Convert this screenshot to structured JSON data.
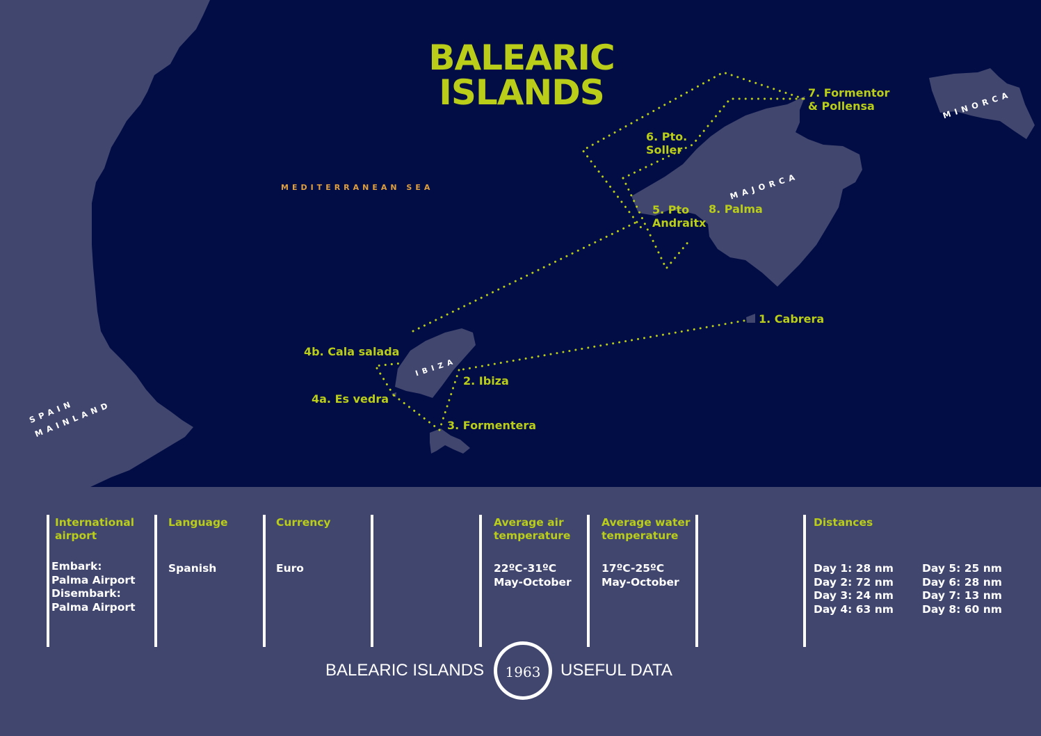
{
  "title": {
    "line1": "BALEARIC",
    "line2": "ISLANDS"
  },
  "colors": {
    "sea": "#020d45",
    "land": "#41466f",
    "accent": "#b9cd19",
    "sea_label": "#e0a040",
    "text": "#ffffff"
  },
  "map_labels": {
    "sea": "MEDITERRANEAN SEA",
    "spain_line1": "SPAIN",
    "spain_line2": "MAINLAND",
    "majorca": "MAJORCA",
    "minorca": "MINORCA",
    "ibiza": "IBIZA"
  },
  "stops": [
    {
      "label": "1. Cabrera"
    },
    {
      "label": "2. Ibiza"
    },
    {
      "label": "3. Formentera"
    },
    {
      "label": "4a. Es vedra"
    },
    {
      "label": "4b. Cala salada"
    },
    {
      "label_line1": "5. Pto",
      "label_line2": "Andraitx"
    },
    {
      "label_line1": "6. Pto.",
      "label_line2": "Soller"
    },
    {
      "label_line1": "7. Formentor",
      "label_line2": "& Pollensa"
    },
    {
      "label": "8. Palma"
    }
  ],
  "info": {
    "airport": {
      "heading": "International\nairport",
      "value": "Embark:\nPalma Airport\nDisembark:\nPalma Airport"
    },
    "language": {
      "heading": "Language",
      "value": "Spanish"
    },
    "currency": {
      "heading": "Currency",
      "value": "Euro"
    },
    "air_temp": {
      "heading": "Average air\ntemperature",
      "value": "22ºC-31ºC\nMay-October"
    },
    "water_temp": {
      "heading": "Average water\ntemperature",
      "value": "17ºC-25ºC\nMay-October"
    },
    "distances": {
      "heading": "Distances",
      "col1": "Day 1: 28 nm\nDay 2: 72 nm\nDay 3: 24 nm\nDay 4: 63 nm",
      "col2": "Day 5: 25 nm\nDay 6: 28 nm\nDay 7: 13 nm\nDay 8: 60 nm"
    }
  },
  "footer": {
    "left": "BALEARIC ISLANDS",
    "year": "1963",
    "right": "USEFUL DATA"
  }
}
